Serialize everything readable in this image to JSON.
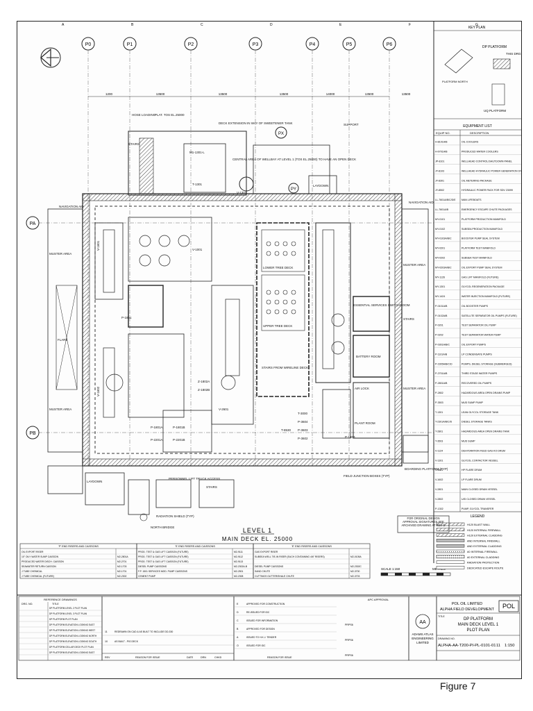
{
  "sheet": {
    "figure_caption": "Figure 7",
    "key_plan": {
      "title": "KEY PLAN",
      "dp_label": "DP PLATFORM",
      "this_drg": "THIS DRG",
      "uq_label": "UQ PLATFORM",
      "platform_north": "PLATFORM NORTH"
    },
    "grid": {
      "columns": [
        "P0",
        "P1",
        "P2",
        "P3",
        "P4",
        "P5",
        "P6"
      ],
      "rows": [
        "PA",
        "PB"
      ],
      "dims": [
        "1200",
        "13500",
        "13500",
        "13500",
        "14000",
        "13500",
        "13500"
      ],
      "ref_top": [
        "A",
        "B",
        "C",
        "D",
        "E",
        "F",
        "G"
      ]
    },
    "labels": {
      "hose_loading": "HOSE LOADING",
      "platform": "PLAT. TOS EL.25000",
      "deck_extension": "DECK EXTENSION IN WAY OF SWEETENER TANK",
      "central_area": "CENTRAL AREA OF WELLBAY AT LEVEL 1 (TOS EL.25000) TO HAVE AN OPEN DECK",
      "support": "SUPPORT",
      "navigation_aid": "NAVIGATION AID",
      "muster_area": "MUSTER AREA",
      "flare": "FLARE",
      "stairs": "STAIRS",
      "laydown": "LAYDOWN",
      "battery_room": "BATTERY ROOM",
      "air_lock": "AIR LOCK",
      "plant_room": "PLANT ROOM",
      "essential_services": "ESSENTIAL SERVICES SWITCHROOM",
      "personnel_lift": "PERSONNEL LIFT TRUCK ACCESS",
      "radiation_shield": "RADIATION SHIELD (TYP)",
      "north_bridge": "NORTH BRIDGE",
      "field_junction": "FIELD JUNCTION BOXES (TYP)",
      "boarding_platform": "BOARDING PLATFORM (TYP)",
      "lower_tree": "LOWER TREE DECK",
      "upper_tree": "UPPER TREE DECK",
      "stairs_from_wireline": "STAIRS FROM WIRELINE DECK",
      "level_title": "LEVEL 1",
      "level_subtitle": "MAIN DECK EL. 25000",
      "original_design_note": "FOR ORIGINAL DESIGN APPROVAL SIGNATURES SEE ARCHIVED DRAWING AT REV O",
      "scale": "SCALE 1:150",
      "metres": "METRES",
      "equipment_tags": [
        "M1-1301-L",
        "T-1301",
        "V-1601",
        "V-1602",
        "P-1801A",
        "P-1801B",
        "P-2201A",
        "P-2201B",
        "V-2601",
        "T-3000",
        "P-3604",
        "P-3603",
        "P-3602",
        "V-1301",
        "V-1001",
        "T-8530",
        "Z-1802A",
        "Z-1802B",
        "P-1801",
        "P-1803"
      ]
    },
    "equipment_list": {
      "title": "EQUIPMENT LIST",
      "col_equip": "EQUIP NO.",
      "col_desc": "DESCRIPTION",
      "rows": [
        [
          "H-8101A/B",
          "OIL COOLERS"
        ],
        [
          "H-0701A/B",
          "PRODUCED WATER COOLERS"
        ],
        [
          "JP-8101",
          "WELLHEAD CONTROL/SHUTDOWN PANEL"
        ],
        [
          "JY-8103",
          "WELLHEAD HYDRAULIC POWER GENERATION SYSTEM"
        ],
        [
          "JY-8301",
          "OIL METERING PACKAGE"
        ],
        [
          "JY-8502",
          "HYDRAULIC POWER PACK FOR SDV 23099"
        ],
        [
          "LL-7601A/B/C/D/E",
          "MAN LIFEBOATS"
        ],
        [
          "LL-7601A/B",
          "EMERGENCY ESCAPE CHUTE PACKAGES"
        ],
        [
          "MY-0101",
          "PLATFORM PRODUCTION MANIFOLD"
        ],
        [
          "MY-0102",
          "SUBSEA PRODUCTION MANIFOLD"
        ],
        [
          "MY-0103A/B/C",
          "BOOSTER PUMP SEAL SYSTEM"
        ],
        [
          "MY-0201",
          "PLATFORM TEST MANIFOLD"
        ],
        [
          "MY-0202",
          "SUBSEA TEST MANIFOLD"
        ],
        [
          "MY-0203A/B/C",
          "OIL EXPORT PUMP SEAL SYSTEM"
        ],
        [
          "MY-1126",
          "GAS LIFT MANIFOLD (FUTURE)"
        ],
        [
          "MY-1301",
          "GLYCOL REGENERATION PACKAGE"
        ],
        [
          "MY-1424",
          "WATER INJECTION MANIFOLD (FUTURE)"
        ],
        [
          "P-0101A/B",
          "OIL BOOSTER PUMPS"
        ],
        [
          "P-0102A/B",
          "SATELLITE SEPARATOR OIL PUMPS (FUTURE)"
        ],
        [
          "P-0201",
          "TEST SEPARATOR OIL PUMP"
        ],
        [
          "P-0202",
          "TEST SEPARATOR WATER PUMP"
        ],
        [
          "P-0301A/B/C",
          "OIL EXPORT PUMPS"
        ],
        [
          "P-1101A/B",
          "LP CONDENSATE PUMPS"
        ],
        [
          "P-2305A/B/C/D",
          "PUMPS, DIESEL STORAGE (SUBMERGED)"
        ],
        [
          "P-2701A/B",
          "THIRD STAGE WATER PUMPS"
        ],
        [
          "P-2801A/B",
          "RECOVERED OIL PUMPS"
        ],
        [
          "P-2802",
          "HAZARDOUS AREA OPEN DRAINS PUMP"
        ],
        [
          "P-3503",
          "MUD SUMP PUMP"
        ],
        [
          "T-1301",
          "LEAN GLYCOL STORAGE TANK"
        ],
        [
          "T-2301A/B/C/D",
          "DIESEL STORAGE TANKS"
        ],
        [
          "T-2801",
          "HAZARDOUS AREA OPEN DRAINS TANK"
        ],
        [
          "T-3503",
          "MUD SUMP"
        ],
        [
          "V-1124",
          "DEHYDRATION FEED GAS KO DRUM"
        ],
        [
          "V-1301",
          "GLYCOL CONTACTOR VESSEL"
        ],
        [
          "V-1601",
          "HP FLARE DRUM"
        ],
        [
          "V-1602",
          "LP FLARE DRUM"
        ],
        [
          "V-2801",
          "MAIN CLOSED DRAIN VESSEL"
        ],
        [
          "V-2802",
          "U/D CLOSED DRAIN VESSEL"
        ],
        [
          "P-1302",
          "PUMP, GLYCOL TRANSFER"
        ]
      ]
    },
    "legend": {
      "title": "LEGEND",
      "items": [
        "H120 BLAST WALL",
        "H120 INTERNAL FIREWALL",
        "H120 EXTERNAL CLADDING",
        "AND INTERNAL FIREWALL",
        "AND EXTERNAL CLADDING",
        "A0 INTERNAL FIREWALL",
        "A0 EXTERNAL CLADDING",
        "RADIATION PROTECTION",
        "DEDICATED ESCAPE ROUTE"
      ]
    },
    "risers": {
      "blocks": [
        {
          "title": "'P' END RISERS AND CAISSONS",
          "rows": [
            [
              "OIL EXPORT RISER",
              ""
            ],
            [
              "10\" OILY WATER SUMP CAISSON",
              "M2-2801A"
            ],
            [
              "PRODUCED WATER DISCH. CAISSON",
              "M2-2701"
            ],
            [
              "SEAWATER RETURN CAISSON",
              "M2-1703"
            ],
            [
              "J TUBE CHEMICAL",
              "M2-1701"
            ],
            [
              "J TUBE CHEMICAL (FUTURE)",
              "M2-2302"
            ]
          ]
        },
        {
          "title": "'S' END RISERS AND CAISSONS",
          "rows": [
            [
              "PROD. TEST & GAS LIFT CAISSON (FUTURE)",
              "M2-9111"
            ],
            [
              "PROD. TEST & GAS LIFT CAISSON (FUTURE)",
              "M2-9112"
            ],
            [
              "PROD. TEST & GAS LIFT CAISSON (FUTURE)",
              "M2-9113"
            ],
            [
              "DIESEL PUMP CAISSONS",
              "M2-2302A-B"
            ],
            [
              "F.P. 1501 SERVICES MOD. PUMP CAISSONS",
              "M2-2501"
            ],
            [
              "CEMENT PUMP",
              "M2-2308"
            ]
          ]
        },
        {
          "title": "'E' END RISERS AND CAISSONS",
          "rows": [
            [
              "GAS EXPORT RISER",
              ""
            ],
            [
              "SUBSEA WELL TIE-IN RISER (EACH CONTAINING 4/6\" RISERS)",
              "M2-0105A"
            ],
            [
              "",
              ""
            ],
            [
              "DIESEL PUMP CAISSONS",
              "M2-2302C"
            ],
            [
              "SAND CHUTE",
              "M2-3700"
            ],
            [
              "CUTTINGS GUTTER/SHALE CHUTE",
              "M2-3703"
            ]
          ]
        }
      ]
    },
    "references": {
      "title": "REFERENCE DRAWINGS",
      "col_no": "DRG. NO.",
      "col_title": "TITLE",
      "rows": [
        "DP PLATFORM LEVEL 2 PLOT PLAN",
        "DP PLATFORM LEVEL 3 PLOT PLAN",
        "DP PLATFORM PLOT PLAN",
        "DP PLATFORM ELEVATION LOOKING EAST",
        "DP PLATFORM ELEVATION LOOKING WEST",
        "DP PLATFORM ELEVATION LOOKING NORTH",
        "DP PLATFORM ELEVATION LOOKING SOUTH",
        "DP PLATFORM CELLAR DECK PLOT PLAN",
        "DP PLATFORM ELEVATION LOOKING EAST"
      ]
    },
    "revisions": {
      "rows": [
        [
          "11",
          "REDRAWN ON CAD & AS BUILT TO INCLUDE DD-330"
        ],
        [
          "10",
          "AS BUILT - PIG DECK"
        ]
      ],
      "col_rev": "REV",
      "col_reason": "REASON FOR ISSUE",
      "col_date": "DATE",
      "col_drn": "DRN",
      "col_chkd": "CHKD"
    },
    "approvals": {
      "rows": [
        "APPROVED FOR CONSTRUCTION",
        "RE-ISSUED FOR IDC",
        "ISSUED FOR INFORMATION",
        "APPROVED FOR DESIGN",
        "ISSUED TO H.K.J. TENDER",
        "ISSUED FOR IDC"
      ],
      "col_reason": "REASON FOR ISSUE",
      "letters": [
        "E",
        "D",
        "C",
        "B",
        "A",
        "O"
      ],
      "apc_approval": "APC APPROVAL",
      "signatures": [
        "PRPS6",
        "PRPS6",
        "PRPS6"
      ]
    },
    "title_block": {
      "client_line1": "POL OIL LIMITED",
      "client_line2": "ALPHA FIELD DEVELOPMENT",
      "client_logo": "POL",
      "company_logo": "AA",
      "company_line1": "ADAMS ATLAS",
      "company_line2": "ENGINEERING",
      "company_line3": "LIMITED",
      "title_label": "TITLE",
      "title_line1": "DP PLATFORM",
      "title_line2": "MAIN DECK LEVEL 1",
      "title_line3": "PLOT PLAN",
      "drawing_no_label": "DRAWING NO.",
      "drawing_no": "ALPHA-AA-T200-PI-PL-0101-01",
      "rev": "11",
      "scale": "1:150"
    }
  }
}
